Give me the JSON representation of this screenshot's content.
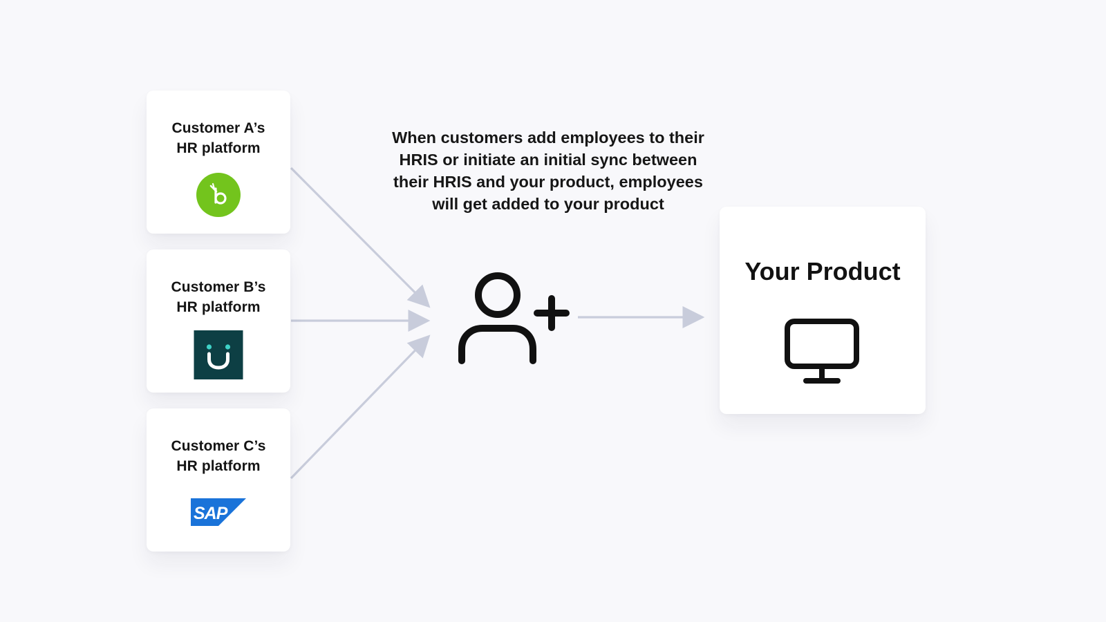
{
  "sources": [
    {
      "line1": "Customer A’s",
      "line2": "HR platform",
      "logo_icon": "bamboohr-logo",
      "logo_color": "#73c41d"
    },
    {
      "line1": "Customer B’s",
      "line2": "HR platform",
      "logo_icon": "smiley-u-logo",
      "logo_color": "#0d3f44",
      "logo_accent": "#3fd2c7"
    },
    {
      "line1": "Customer C’s",
      "line2": "HR platform",
      "logo_icon": "sap-logo",
      "logo_color": "#1a73d9",
      "logo_text": "SAP"
    }
  ],
  "caption": {
    "line1": "When customers add employees to their",
    "line2": "HRIS or initiate an initial sync between",
    "line3": "their HRIS and your product, employees",
    "line4": "will get added to your product"
  },
  "center_icon": "add-user-icon",
  "target": {
    "title": "Your Product",
    "icon": "monitor-icon"
  },
  "colors": {
    "background": "#f8f8fb",
    "arrow": "#c8ccdb",
    "icon": "#111111"
  }
}
